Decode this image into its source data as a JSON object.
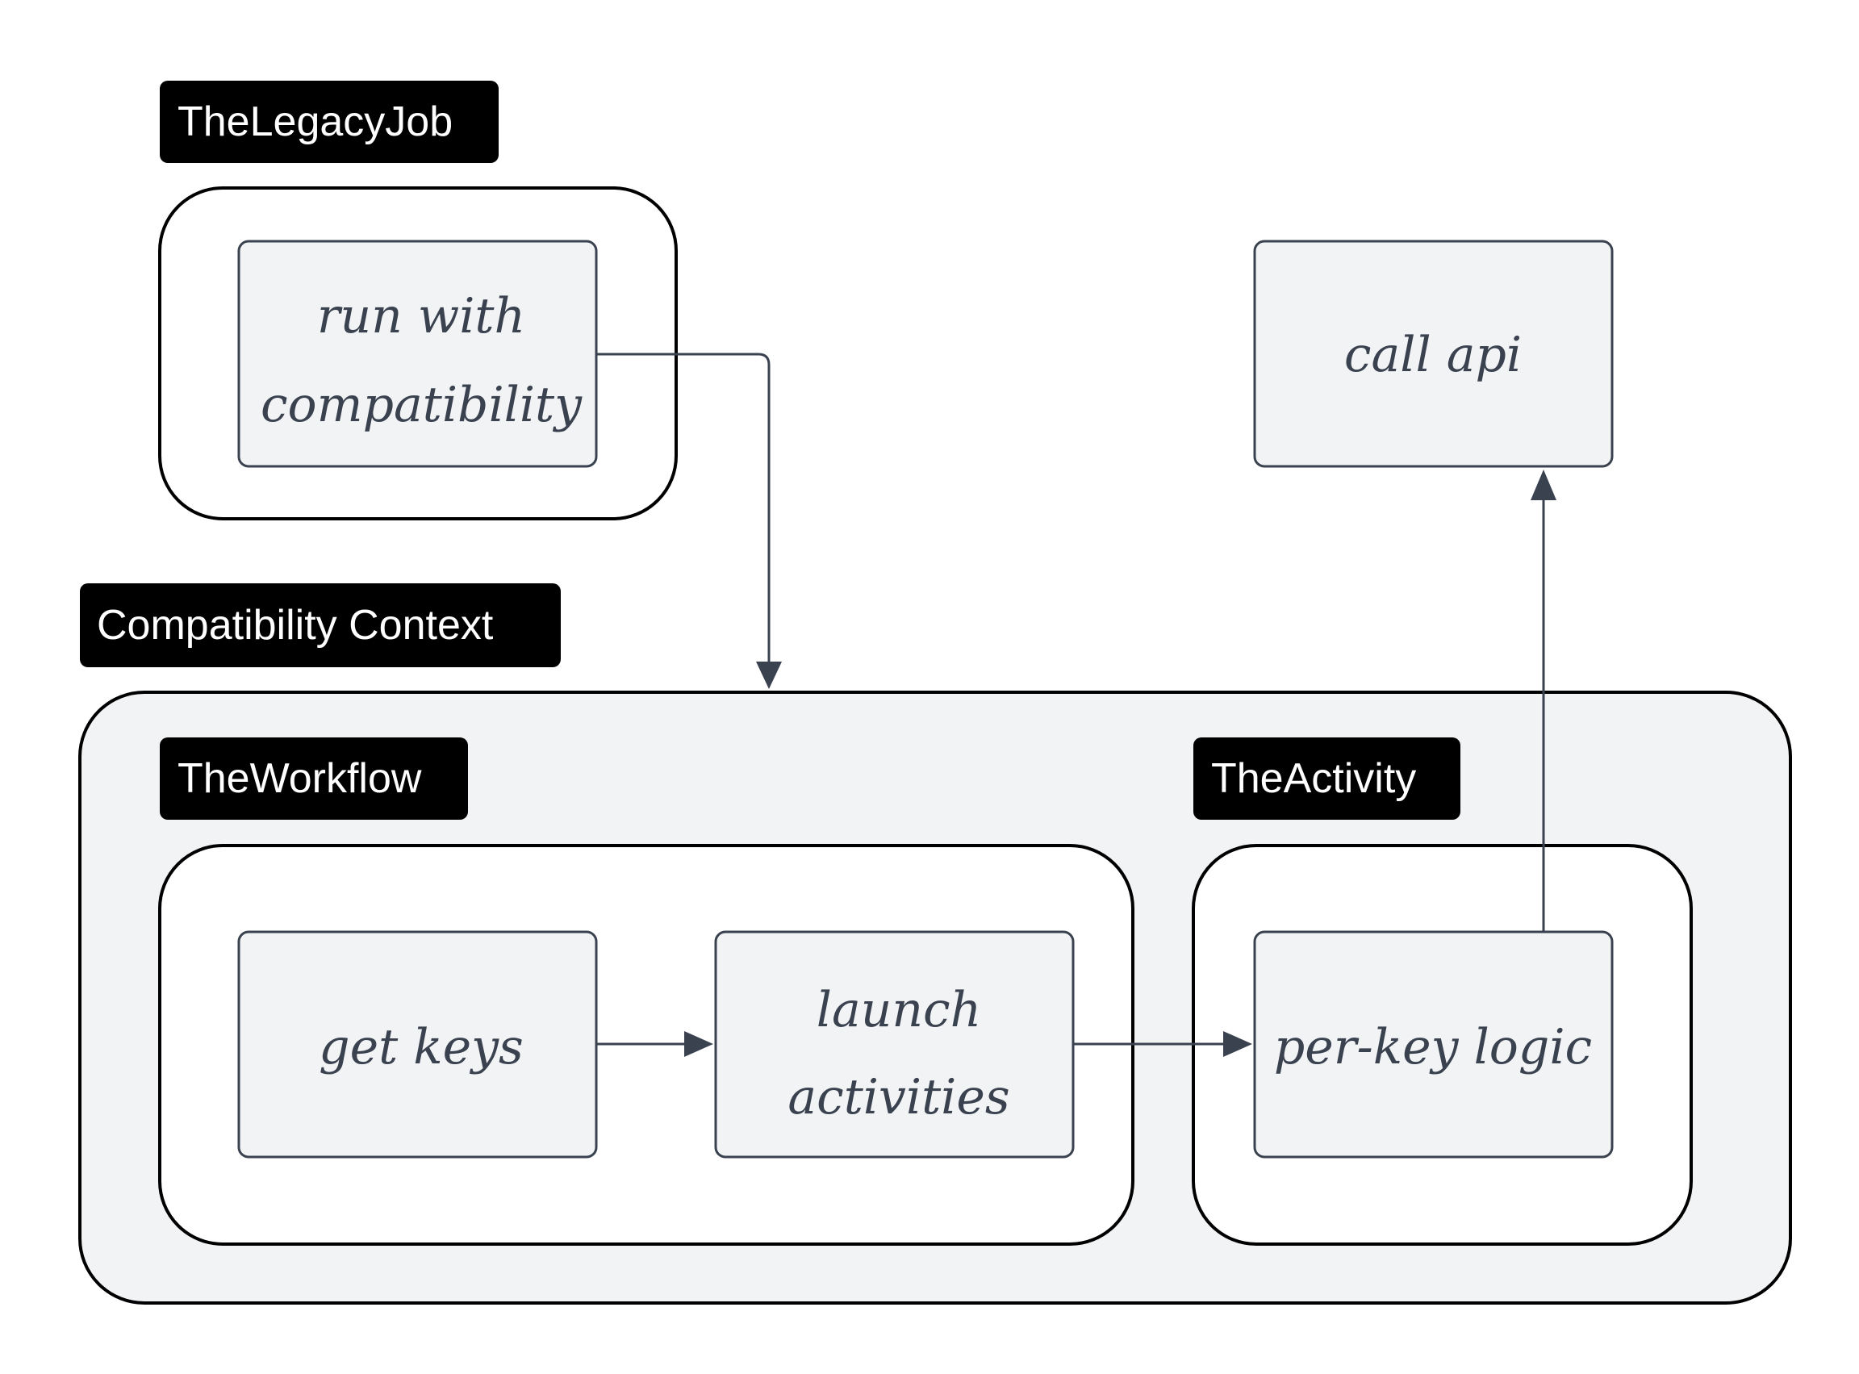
{
  "groups": {
    "legacy_job": {
      "label": "TheLegacyJob"
    },
    "compat_context": {
      "label": "Compatibility Context"
    },
    "workflow": {
      "label": "TheWorkflow"
    },
    "activity": {
      "label": "TheActivity"
    }
  },
  "nodes": {
    "run_with_compat": {
      "line1": "run with",
      "line2": "compatibility"
    },
    "call_api": {
      "label": "call api"
    },
    "get_keys": {
      "label": "get keys"
    },
    "launch_activities": {
      "line1": "launch",
      "line2": "activities"
    },
    "per_key_logic": {
      "label": "per-key logic"
    }
  },
  "colors": {
    "label_bg": "#000000",
    "label_text": "#ffffff",
    "node_fill": "#f2f3f5",
    "node_stroke": "#3a4250",
    "context_fill": "#f2f3f5",
    "group_stroke": "#000000",
    "arrow": "#3a4250"
  }
}
